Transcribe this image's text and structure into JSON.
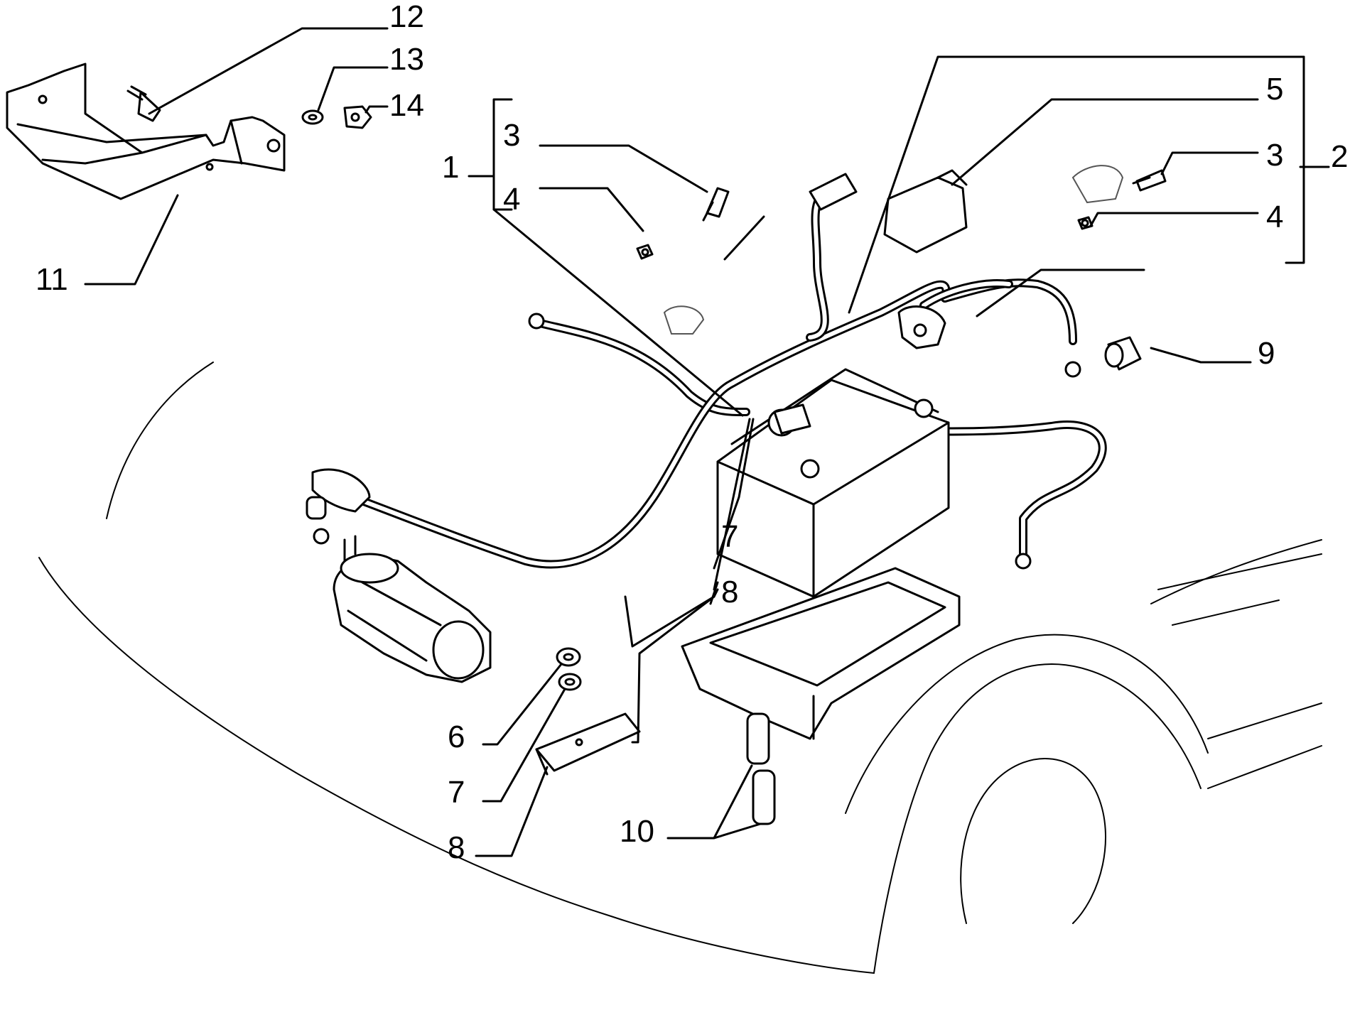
{
  "diagram": {
    "callouts": [
      {
        "id": "c12",
        "label": "12"
      },
      {
        "id": "c13",
        "label": "13"
      },
      {
        "id": "c14",
        "label": "14"
      },
      {
        "id": "c11",
        "label": "11"
      },
      {
        "id": "c1",
        "label": "1"
      },
      {
        "id": "c3a",
        "label": "3"
      },
      {
        "id": "c4a",
        "label": "4"
      },
      {
        "id": "c5",
        "label": "5"
      },
      {
        "id": "c3b",
        "label": "3"
      },
      {
        "id": "c4b",
        "label": "4"
      },
      {
        "id": "c2",
        "label": "2"
      },
      {
        "id": "c9",
        "label": "9"
      },
      {
        "id": "c7a",
        "label": "7"
      },
      {
        "id": "c8a",
        "label": "8"
      },
      {
        "id": "c6",
        "label": "6"
      },
      {
        "id": "c7b",
        "label": "7"
      },
      {
        "id": "c8b",
        "label": "8"
      },
      {
        "id": "c10",
        "label": "10"
      }
    ]
  }
}
